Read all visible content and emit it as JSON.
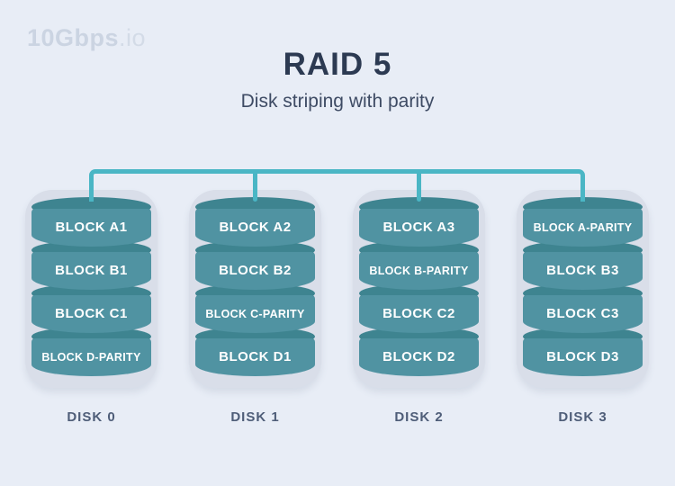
{
  "brand": {
    "name": "10Gbps",
    "tld": ".io"
  },
  "header": {
    "title": "RAID 5",
    "subtitle": "Disk striping with parity"
  },
  "colors": {
    "background": "#e8edf6",
    "bus_line": "#4ab6c5",
    "cylinder_top": "#3e8490",
    "cylinder_body": "#5093a2",
    "casing": "#d9dee9",
    "title_text": "#2c3a52",
    "caption_text": "#4e5d78",
    "block_text": "#ffffff"
  },
  "disks": [
    {
      "label": "DISK 0",
      "blocks": [
        "BLOCK A1",
        "BLOCK B1",
        "BLOCK C1",
        "BLOCK D-PARITY"
      ]
    },
    {
      "label": "DISK 1",
      "blocks": [
        "BLOCK A2",
        "BLOCK B2",
        "BLOCK C-PARITY",
        "BLOCK D1"
      ]
    },
    {
      "label": "DISK 2",
      "blocks": [
        "BLOCK A3",
        "BLOCK B-PARITY",
        "BLOCK C2",
        "BLOCK D2"
      ]
    },
    {
      "label": "DISK 3",
      "blocks": [
        "BLOCK A-PARITY",
        "BLOCK B3",
        "BLOCK C3",
        "BLOCK D3"
      ]
    }
  ]
}
